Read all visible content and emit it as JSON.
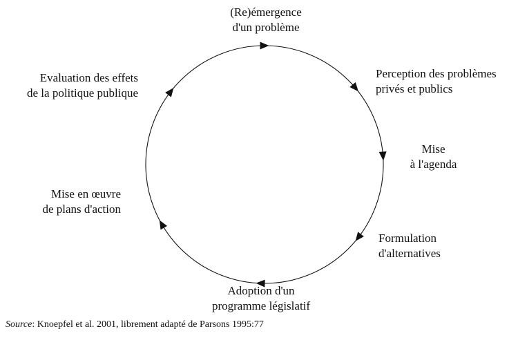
{
  "stages": [
    {
      "id": "emergence",
      "lines": [
        "(Re)émergence",
        "d'un problème"
      ]
    },
    {
      "id": "perception",
      "lines": [
        "Perception des problèmes",
        "privés et publics"
      ]
    },
    {
      "id": "agenda",
      "lines": [
        "Mise",
        "à l'agenda"
      ]
    },
    {
      "id": "formulation",
      "lines": [
        "Formulation",
        "d'alternatives"
      ]
    },
    {
      "id": "adoption",
      "lines": [
        "Adoption d'un",
        "programme législatif"
      ]
    },
    {
      "id": "mise-en-oeuvre",
      "lines": [
        "Mise en œuvre",
        "de plans d'action"
      ]
    },
    {
      "id": "evaluation",
      "lines": [
        "Evaluation des effets",
        "de la politique publique"
      ]
    }
  ],
  "source": {
    "label": "Source",
    "text": ": Knoepfel et al. 2001, librement adapté de Parsons 1995:77"
  }
}
